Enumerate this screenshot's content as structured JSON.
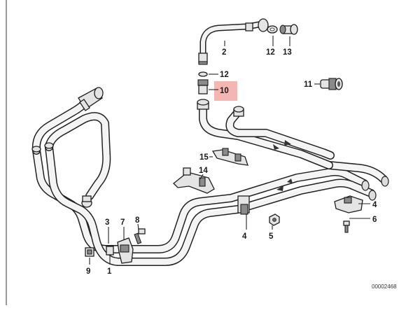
{
  "document_number": "00002468",
  "highlight_color": "#f4b6b3",
  "callouts": {
    "c1": "1",
    "c2": "2",
    "c3": "3",
    "c4a": "4",
    "c4b": "4",
    "c5": "5",
    "c6": "6",
    "c7": "7",
    "c8": "8",
    "c9": "9",
    "c10": "10",
    "c11": "11",
    "c12a": "12",
    "c12b": "12",
    "c13": "13",
    "c14": "14",
    "c15": "15"
  }
}
